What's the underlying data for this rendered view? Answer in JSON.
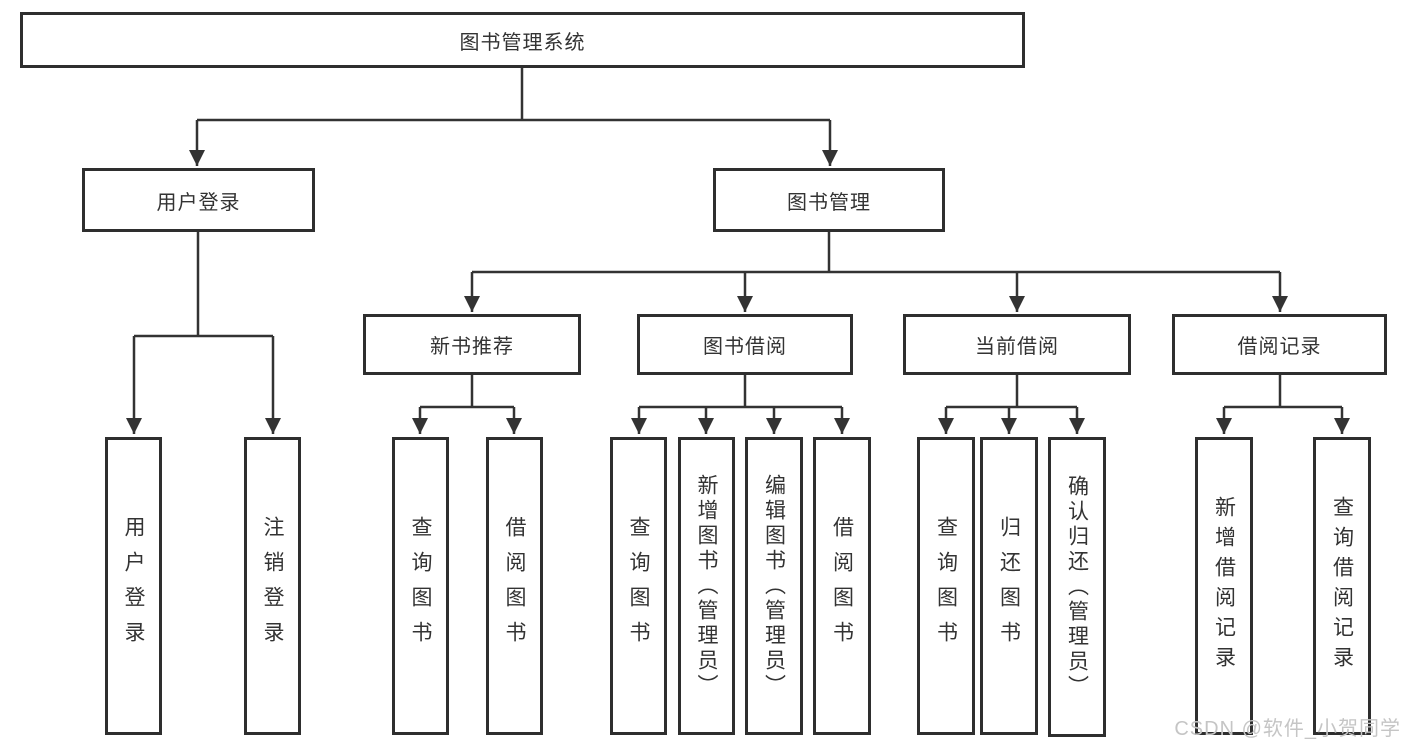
{
  "diagram": {
    "title": "图书管理系统",
    "level2": {
      "user_login": "用户登录",
      "book_mgmt": "图书管理"
    },
    "level3": {
      "new_book": "新书推荐",
      "book_borrow": "图书借阅",
      "current_borrow": "当前借阅",
      "borrow_record": "借阅记录"
    },
    "leaves": {
      "user_login": [
        "用户登录",
        "注销登录"
      ],
      "new_book": [
        "查询图书",
        "借阅图书"
      ],
      "book_borrow": [
        "查询图书",
        "新增图书（管理员）",
        "编辑图书（管理员）",
        "借阅图书"
      ],
      "current_borrow": [
        "查询图书",
        "归还图书",
        "确认归还（管理员）"
      ],
      "borrow_record": [
        "新增借阅记录",
        "查询借阅记录"
      ]
    },
    "watermark": "CSDN @软件_小贺同学",
    "colors": {
      "line": "#333333",
      "border": "#2e2e2e",
      "text": "#333333",
      "watermark": "#c5c5c5",
      "background": "#ffffff"
    }
  }
}
